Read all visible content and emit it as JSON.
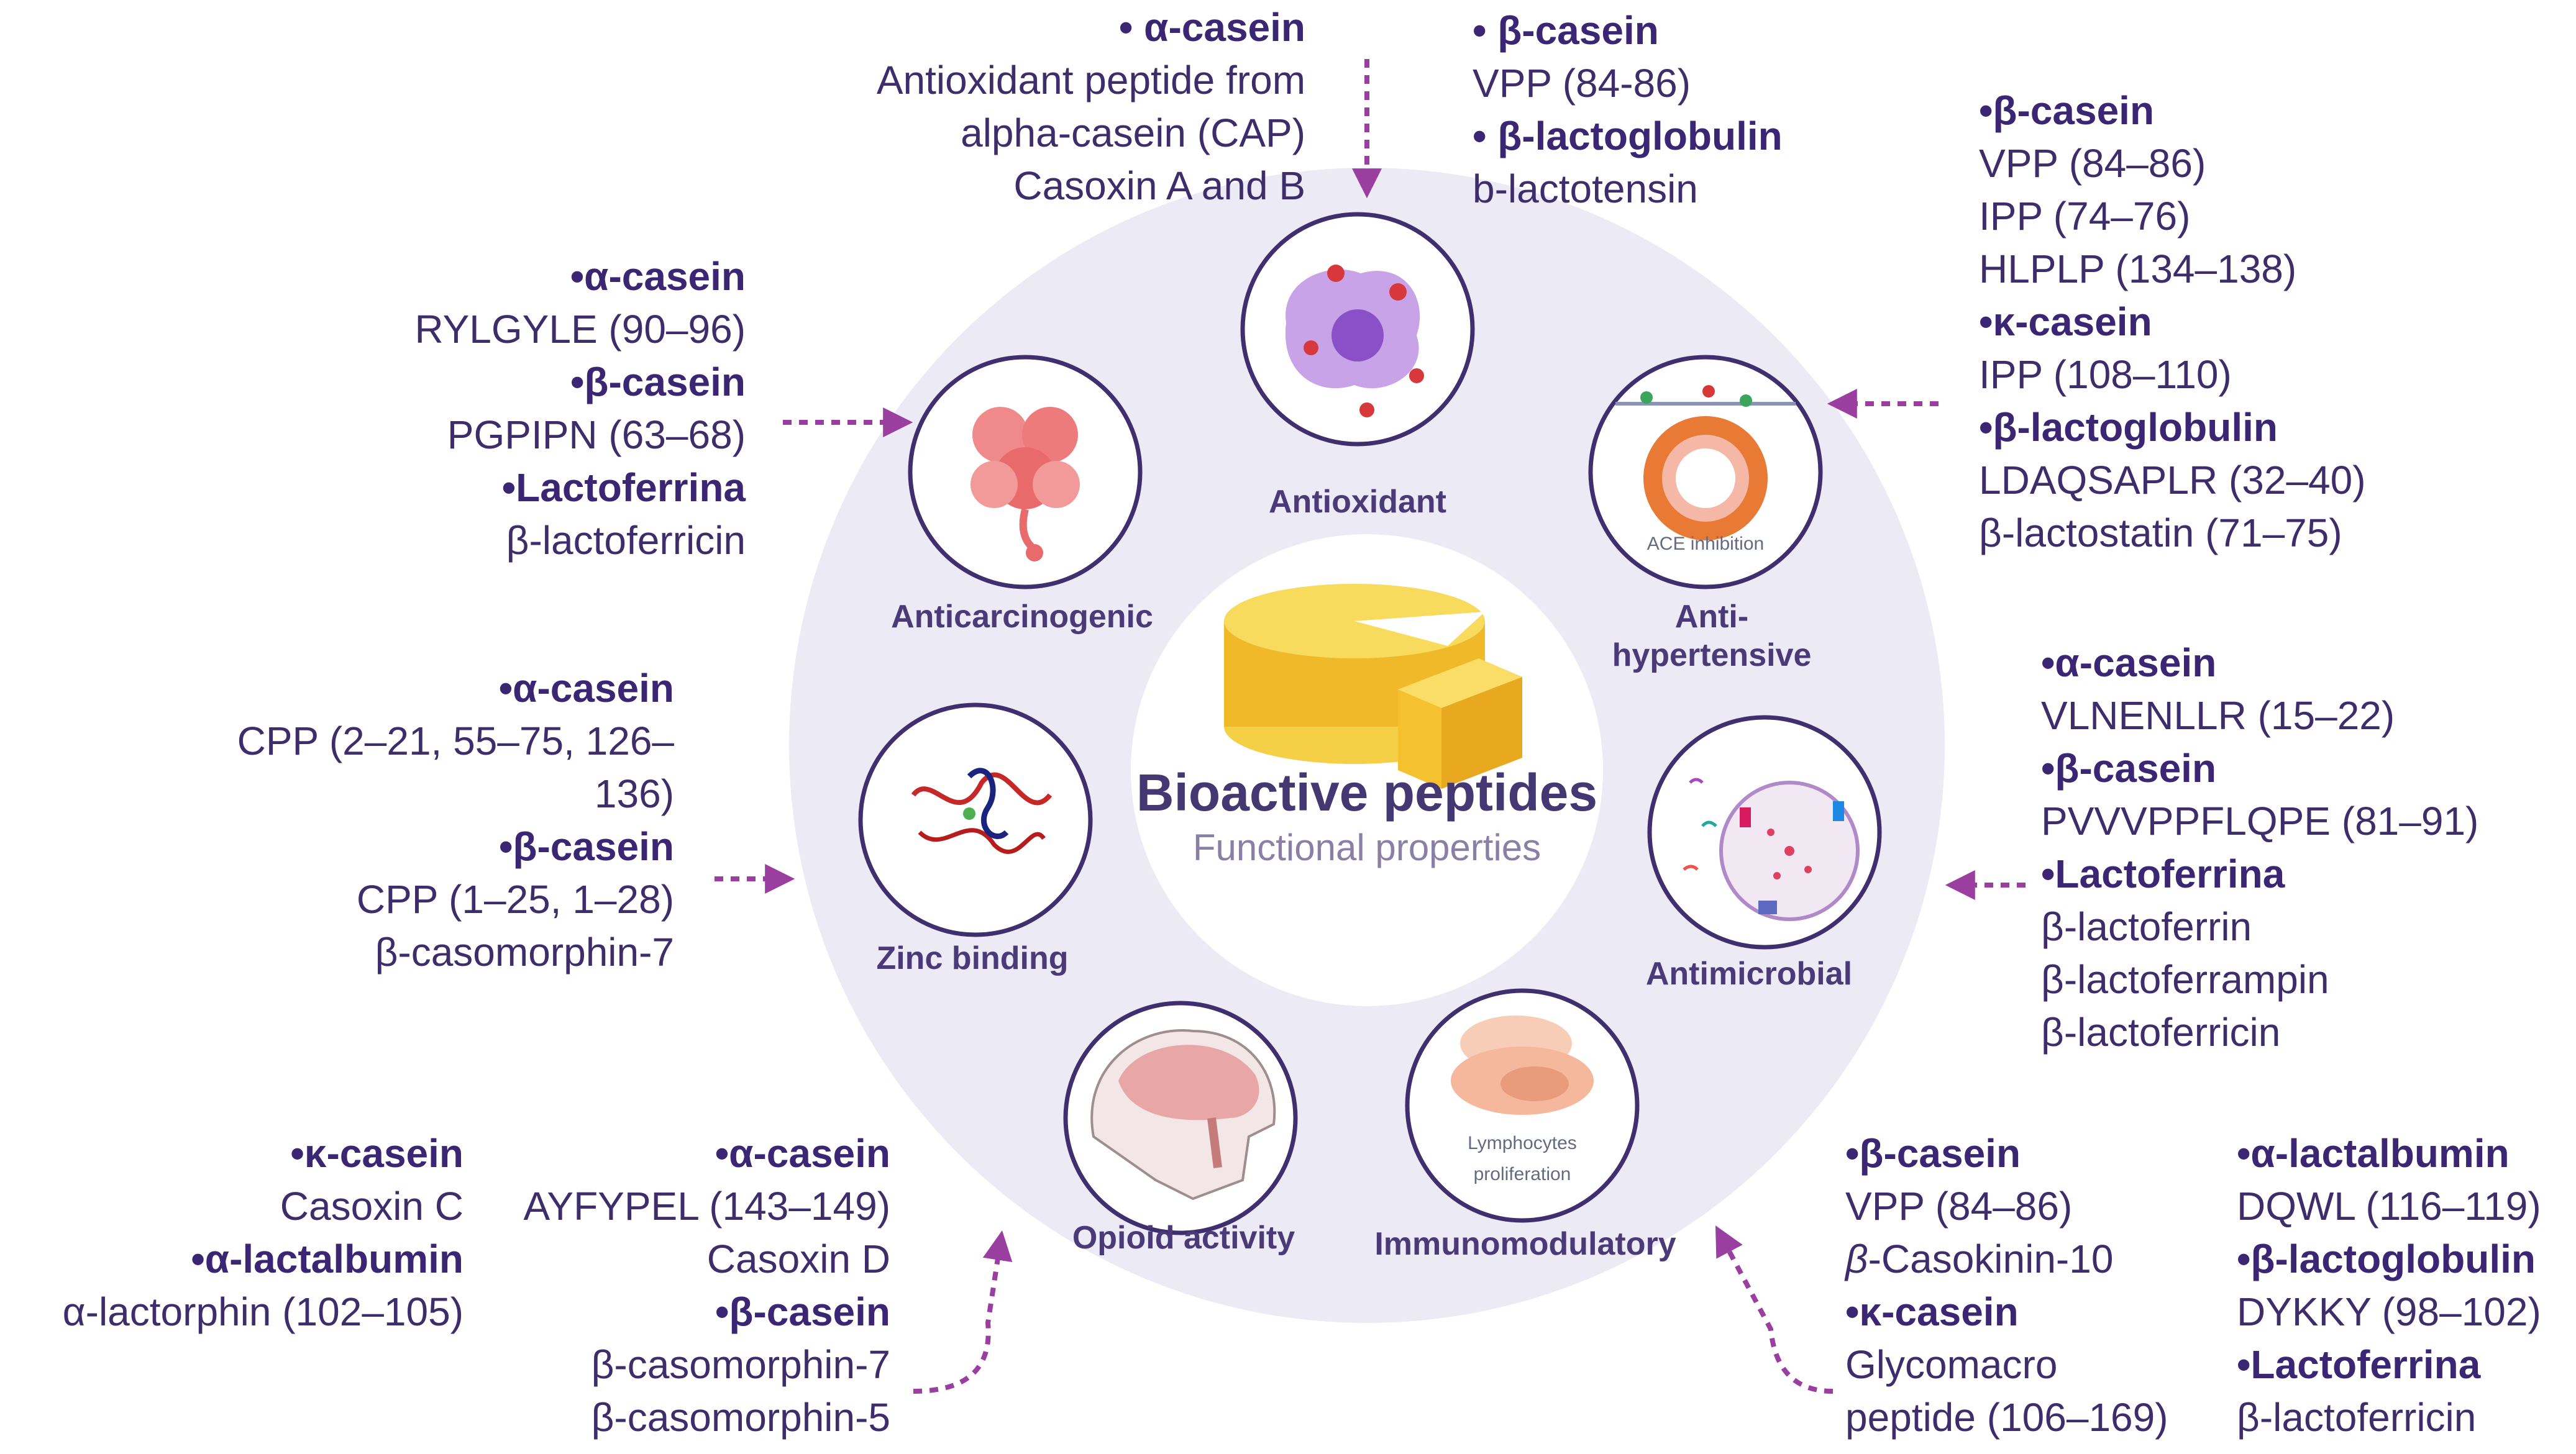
{
  "center": {
    "title": "Bioactive peptides",
    "subtitle": "Functional properties"
  },
  "properties": {
    "antioxidant": "Antioxidant",
    "antihypertensive_line1": "Anti-",
    "antihypertensive_line2": "hypertensive",
    "ace_inhibition": "ACE inhibition",
    "anticarcinogenic": "Anticarcinogenic",
    "zinc_binding": "Zinc binding",
    "antimicrobial": "Antimicrobial",
    "opioid": "Opioid activity",
    "immunomodulatory": "Immunomodulatory",
    "lymphocytes_line1": "Lymphocytes",
    "lymphocytes_line2": "proliferation"
  },
  "lists": {
    "antioxidant_a": [
      {
        "text": "• α-casein",
        "head": true
      },
      {
        "text": "Antioxidant peptide from"
      },
      {
        "text": "alpha-casein (CAP)"
      },
      {
        "text": "Casoxin A and B"
      }
    ],
    "antioxidant_b": [
      {
        "text": "• β-casein",
        "head": true
      },
      {
        "text": "VPP (84-86)"
      },
      {
        "text": "• β-lactoglobulin",
        "head": true
      },
      {
        "text": "b-lactotensin"
      }
    ],
    "antihypertensive": [
      {
        "text": "•β-casein",
        "head": true
      },
      {
        "text": "VPP (84–86)"
      },
      {
        "text": "IPP (74–76)"
      },
      {
        "text": "HLPLP (134–138)"
      },
      {
        "text": "•κ-casein",
        "head": true
      },
      {
        "text": "IPP (108–110)"
      },
      {
        "text": "•β-lactoglobulin",
        "head": true
      },
      {
        "text": "LDAQSAPLR (32–40)"
      },
      {
        "text": "β-lactostatin (71–75)"
      }
    ],
    "anticarcinogenic": [
      {
        "text": "•α-casein",
        "head": true
      },
      {
        "text": "RYLGYLE (90–96)"
      },
      {
        "text": "•β-casein",
        "head": true
      },
      {
        "text": "PGPIPN (63–68)"
      },
      {
        "text": "•Lactoferrina",
        "head": true
      },
      {
        "text": "β-lactoferricin"
      }
    ],
    "zinc": [
      {
        "text": "•α-casein",
        "head": true
      },
      {
        "text": "CPP (2–21, 55–75, 126–"
      },
      {
        "text": "136)"
      },
      {
        "text": "•β-casein",
        "head": true
      },
      {
        "text": "CPP (1–25, 1–28)"
      },
      {
        "text": "β-casomorphin-7"
      }
    ],
    "antimicrobial": [
      {
        "text": "•α-casein",
        "head": true
      },
      {
        "text": "VLNENLLR (15–22)"
      },
      {
        "text": "•β-casein",
        "head": true
      },
      {
        "text": "PVVVPPFLQPE (81–91)"
      },
      {
        "text": "•Lactoferrina",
        "head": true
      },
      {
        "text": "β-lactoferrin"
      },
      {
        "text": "β-lactoferrampin"
      },
      {
        "text": "β-lactoferricin"
      }
    ],
    "opioid_a": [
      {
        "text": "•κ-casein",
        "head": true
      },
      {
        "text": "Casoxin C"
      },
      {
        "text": "•α-lactalbumin",
        "head": true
      },
      {
        "text": "α-lactorphin (102–105)"
      }
    ],
    "opioid_b": [
      {
        "text": "•α-casein",
        "head": true
      },
      {
        "text": "AYFYPEL (143–149)"
      },
      {
        "text": "Casoxin D"
      },
      {
        "text": "•β-casein",
        "head": true
      },
      {
        "text": "β-casomorphin-7"
      },
      {
        "text": "β-casomorphin-5"
      }
    ],
    "immuno_a": [
      {
        "text": "•β-casein",
        "head": true
      },
      {
        "text": "VPP (84–86)"
      },
      {
        "text": "β-Casokinin-10",
        "italic_prefix": true
      },
      {
        "text": "•κ-casein",
        "head": true
      },
      {
        "text": "Glycomacro"
      },
      {
        "text": "peptide (106–169)"
      }
    ],
    "immuno_b": [
      {
        "text": "•α-lactalbumin",
        "head": true
      },
      {
        "text": "DQWL (116–119)"
      },
      {
        "text": "•β-lactoglobulin",
        "head": true
      },
      {
        "text": "DYKKY (98–102)"
      },
      {
        "text": "•Lactoferrina",
        "head": true
      },
      {
        "text": "β-lactoferricin"
      }
    ]
  },
  "colors": {
    "ring": "#eceaf4",
    "circle_border": "#3f2f6e",
    "arrow": "#9a3ea0",
    "cheese": "#f2c232"
  }
}
